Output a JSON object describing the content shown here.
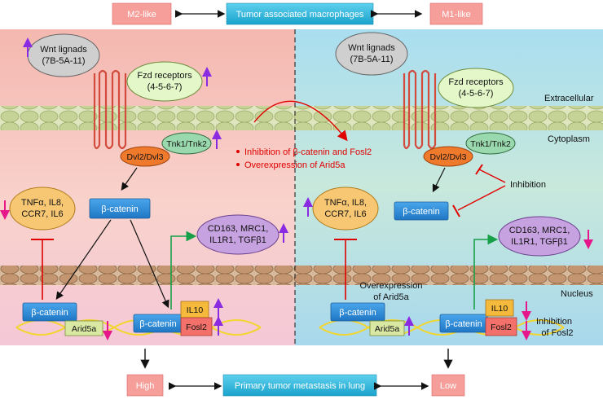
{
  "header": {
    "left_label": "M2-like",
    "center_label": "Tumor associated macrophages",
    "right_label": "M1-like"
  },
  "footer": {
    "left_label": "High",
    "center_label": "Primary tumor metastasis in lung",
    "right_label": "Low"
  },
  "compartments": {
    "extracellular": "Extracellular",
    "cytoplasm": "Cytoplasm",
    "nucleus": "Nucleus"
  },
  "left_panel": {
    "wnt_line1": "Wnt lignads",
    "wnt_line2": "(7B-5A-11)",
    "fzd_line1": "Fzd receptors",
    "fzd_line2": "(4-5-6-7)",
    "tnk": "Tnk1/Tnk2",
    "dvl": "Dvl2/Dvl3",
    "beta_catenin": "β-catenin",
    "tnf_line1": "TNFα, IL8,",
    "tnf_line2": "CCR7, IL6",
    "cd_line1": "CD163, MRC1,",
    "cd_line2": "IL1R1, TGFβ1",
    "nuc_beta_left": "β-catenin",
    "nuc_beta_right": "β-catenin",
    "arid": "Arid5a",
    "il10": "IL10",
    "fosl2": "Fosl2"
  },
  "right_panel": {
    "wnt_line1": "Wnt lignads",
    "wnt_line2": "(7B-5A-11)",
    "fzd_line1": "Fzd receptors",
    "fzd_line2": "(4-5-6-7)",
    "tnk": "Tnk1/Tnk2",
    "dvl": "Dvl2/Dvl3",
    "inhibition": "Inhibition",
    "beta_catenin": "β-catenin",
    "tnf_line1": "TNFα, IL8,",
    "tnf_line2": "CCR7, IL6",
    "cd_line1": "CD163, MRC1,",
    "cd_line2": "IL1R1, TGFβ1",
    "over_line1": "Overexpression",
    "over_line2": "of Arid5a",
    "nuc_beta_left": "β-catenin",
    "nuc_beta_right": "β-catenin",
    "arid": "Arid5a",
    "il10": "IL10",
    "fosl2": "Fosl2",
    "inhib_fosl_line1": "Inhibition",
    "inhib_fosl_line2": "of Fosl2"
  },
  "center_notes": {
    "bullet1": "Inhibition of β-catenin and Fosl2",
    "bullet2": "Overexpression of Arid5a"
  },
  "colors": {
    "m2_bg": "#f7c6c0",
    "m1_bg": "#b9e3ee",
    "membrane": "#c9d6a4",
    "nuclear_membrane": "#c9a27f",
    "beta_catenin": "#2f8fd8",
    "dvl": "#f07a2c",
    "tnk": "#8fd3a2",
    "tnf": "#f7c774",
    "cd163": "#c7a2e0",
    "il10": "#f5b93c",
    "fosl2": "#f4706a",
    "arid": "#d9e8a2",
    "header_box": "#f59e9a",
    "center_box": "#2bb8de",
    "arrow_up": "#8a2be2",
    "arrow_down": "#e5178a",
    "inhibit": "#e00000",
    "activate": "#18a049"
  }
}
